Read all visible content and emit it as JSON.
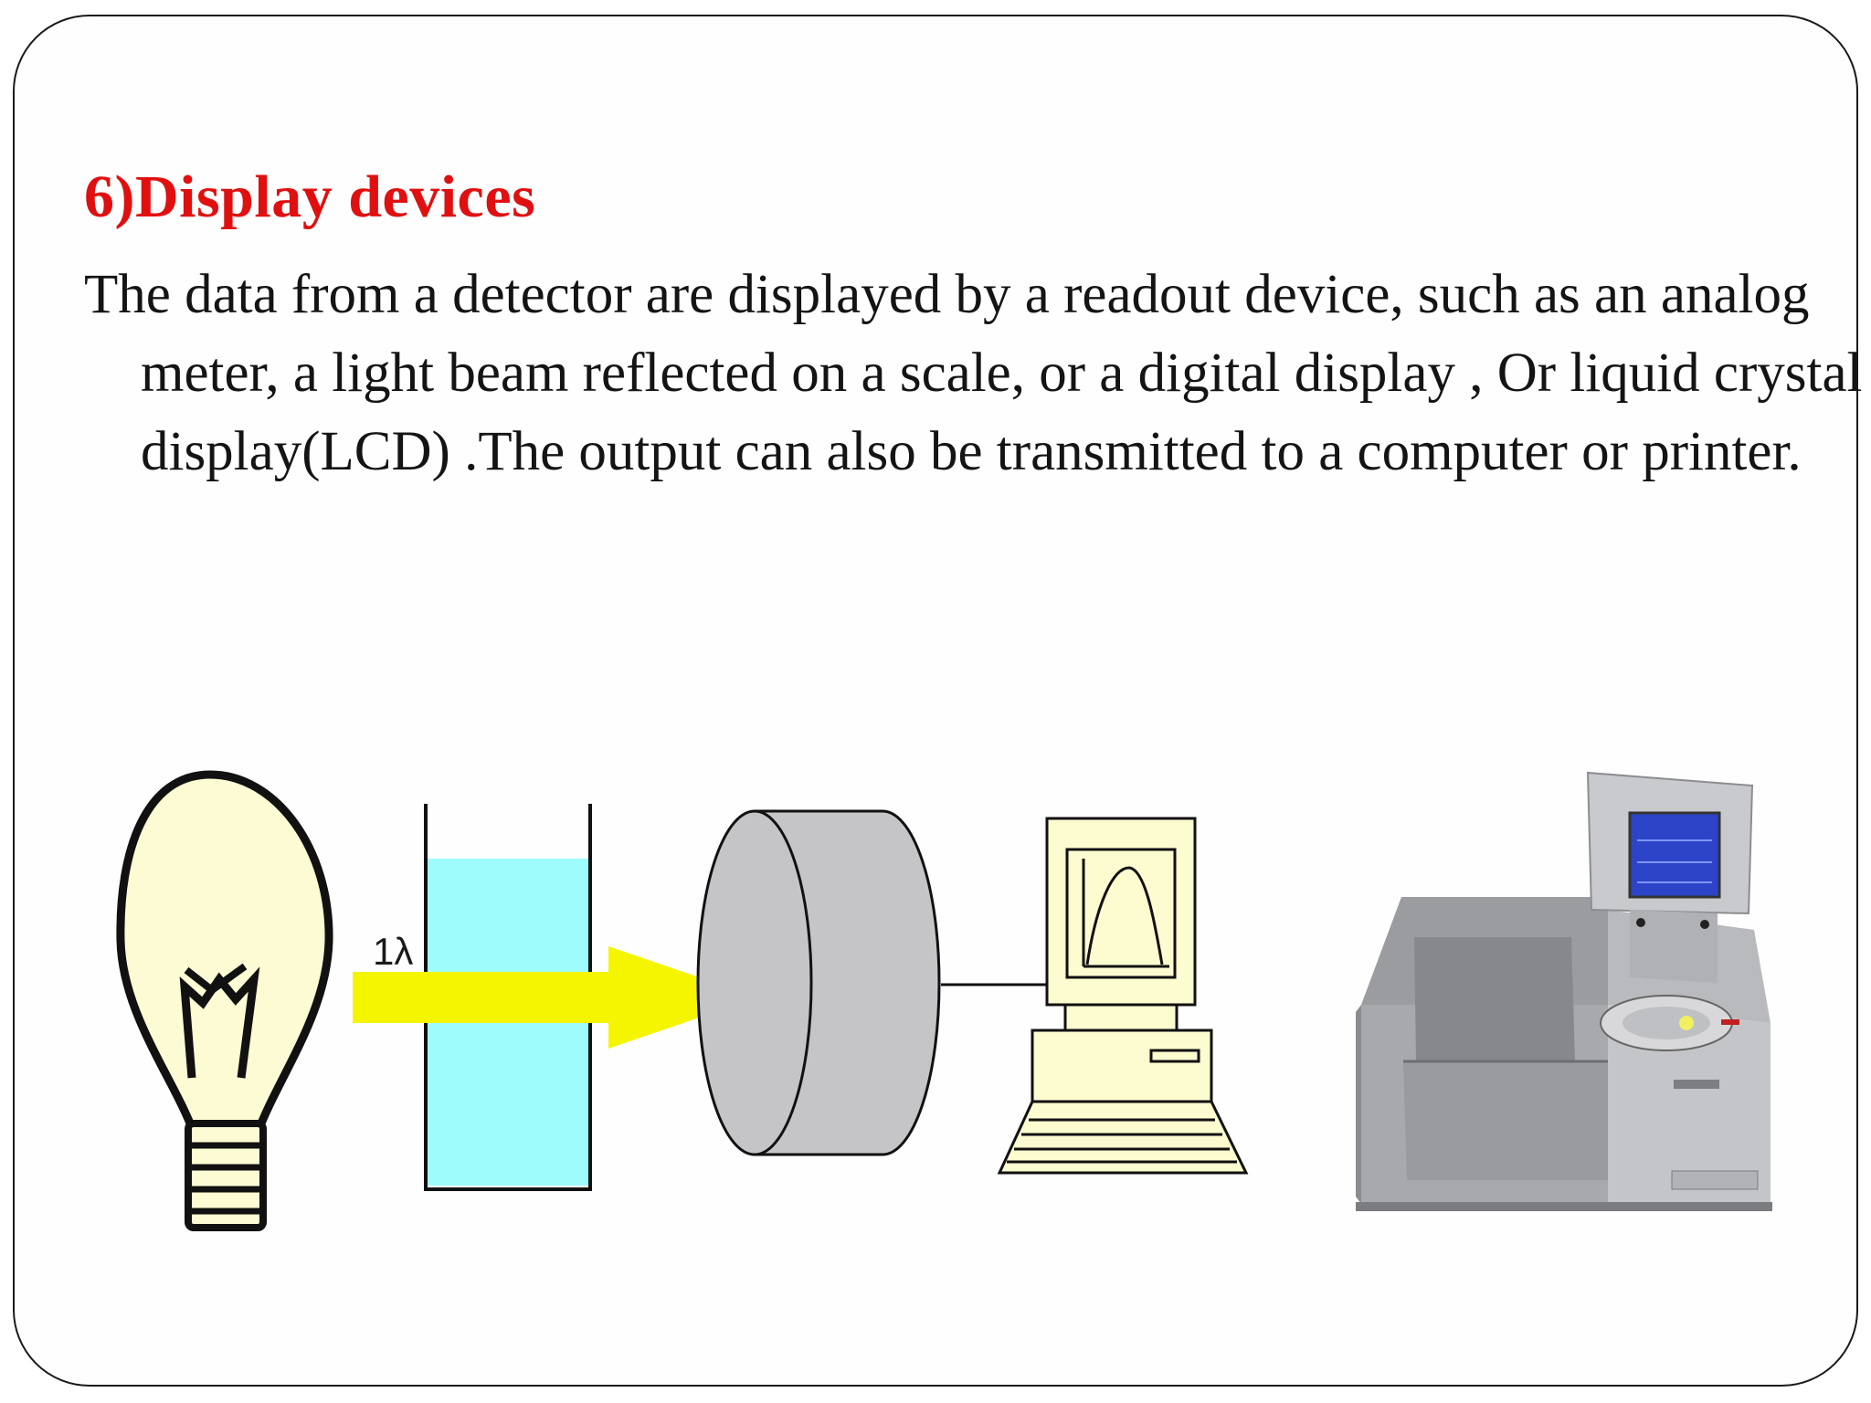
{
  "slide": {
    "title": "6)Display devices",
    "body": "The data from a detector are displayed by a readout device, such as an analog meter, a light beam reflected on a scale, or a digital display , Or liquid crystal display(LCD) .The output can also be transmitted to a computer or printer."
  },
  "diagram": {
    "beam_label": "1λ",
    "components": [
      "light-bulb-icon",
      "sample-cuvette",
      "detector-cylinder",
      "computer-icon",
      "spectrophotometer-image"
    ],
    "colors": {
      "title": "#e01010",
      "beam": "#f5f500",
      "solution": "#9ffcfc",
      "bulb": "#fdfbd3",
      "detector": "#c5c5c8",
      "computer": "#fdfbd0"
    }
  }
}
